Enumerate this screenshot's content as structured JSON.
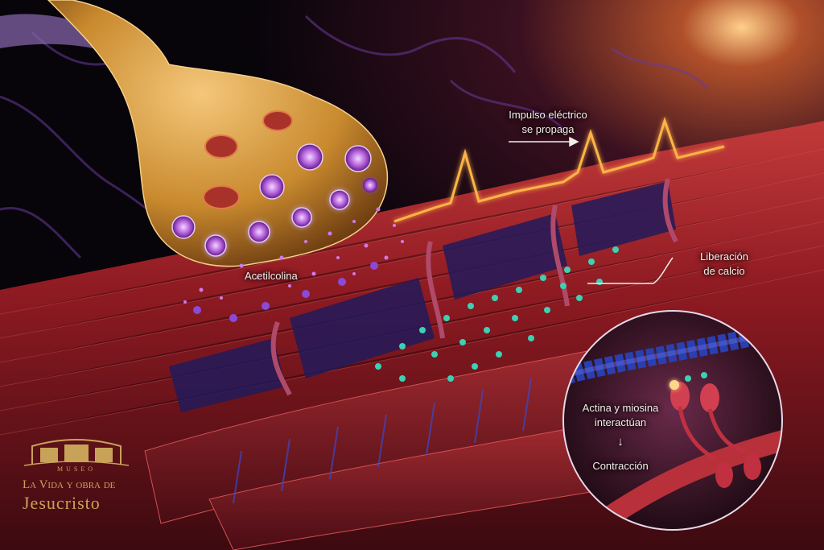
{
  "labels": {
    "impulso_line1": "Impulso eléctrico",
    "impulso_line2": "se propaga",
    "acetilcolina": "Acetilcolina",
    "calcio_line1": "Liberación",
    "calcio_line2": "de calcio",
    "actina_line1": "Actina y miosina",
    "actina_line2": "interactúan",
    "flecha": "↓",
    "contraccion": "Contracción"
  },
  "logo": {
    "museo": "MUSEO",
    "line1": "La Vida y obra de",
    "line2": "Jesucristo"
  },
  "colors": {
    "muscle": "#8e1a22",
    "terminal": "#d99a3a",
    "vesicle": "#b05ad8",
    "calcium": "#3fd0b4",
    "impulse": "#ffb347",
    "actin": "#2a3fb0",
    "logo_gold": "#c9a25a"
  }
}
